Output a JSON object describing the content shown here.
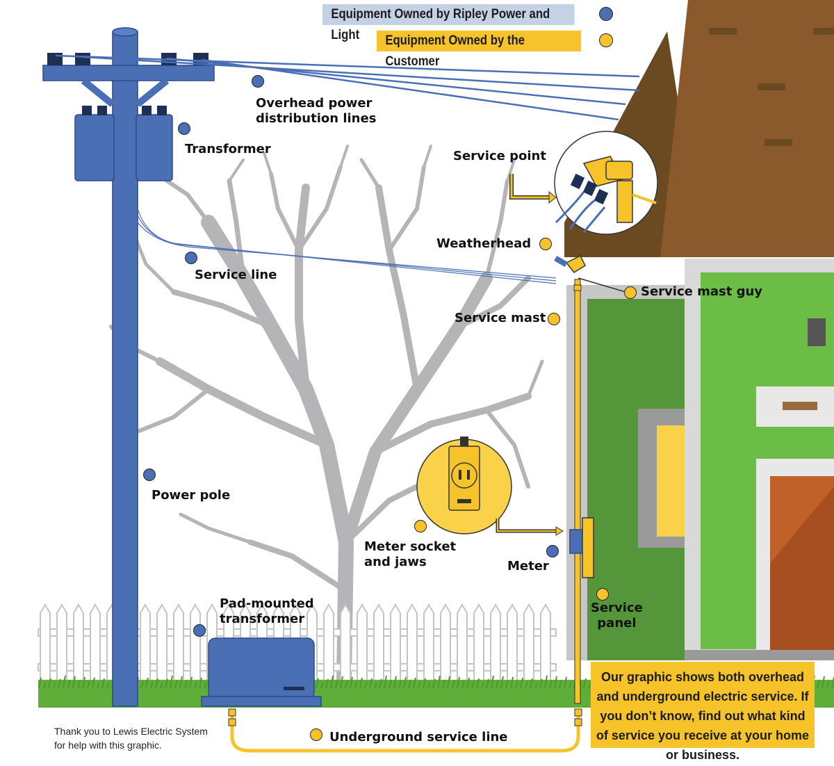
{
  "legend": {
    "utility_label": "Equipment Owned by Ripley Power and Light",
    "customer_label": "Equipment Owned by the Customer"
  },
  "colors": {
    "utility": "#4a6fb5",
    "customer": "#f6c42a",
    "roof": "#8a5a2c",
    "house_green": "#6cbd45",
    "tree": "#b5b5b7",
    "grass": "#5fae3a"
  },
  "labels": {
    "overhead_lines": "Overhead power\ndistribution lines",
    "transformer": "Transformer",
    "service_point": "Service point",
    "weatherhead": "Weatherhead",
    "service_line": "Service line",
    "service_mast_guy": "Service mast guy",
    "service_mast": "Service mast",
    "power_pole": "Power pole",
    "meter_socket": "Meter socket\nand jaws",
    "meter": "Meter",
    "service_panel": "Service\npanel",
    "pad_transformer": "Pad-mounted\ntransformer",
    "underground_line": "Underground service line"
  },
  "note": "Our graphic shows both overhead and underground electric service. If you don’t know, find out what kind of service you receive at your home or business.",
  "credit": "Thank you to Lewis Electric System\nfor help with this graphic."
}
